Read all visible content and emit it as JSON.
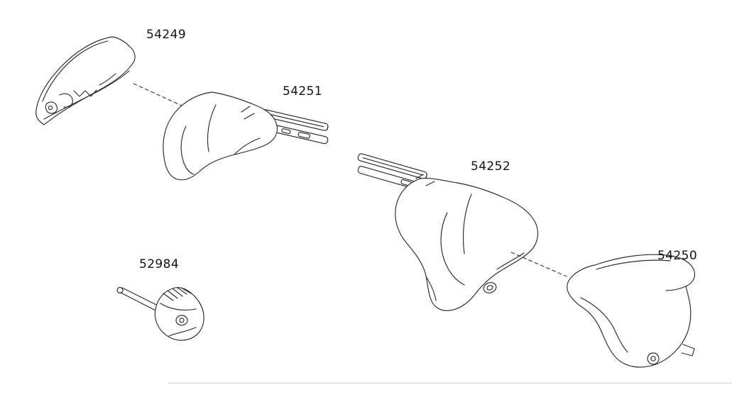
{
  "diagram": {
    "type": "exploded-parts-diagram",
    "background_color": "#ffffff",
    "line_color": "#2b2b2b",
    "connector_color": "#3a3a3a",
    "parts": [
      {
        "number": "54249",
        "kind": "left-end-cover"
      },
      {
        "number": "54251",
        "kind": "left-foot-body-with-rail"
      },
      {
        "number": "52984",
        "kind": "tightening-knob-with-hex-key"
      },
      {
        "number": "54252",
        "kind": "right-foot-body-with-rail"
      },
      {
        "number": "54250",
        "kind": "right-end-cover"
      }
    ],
    "connectors": [
      {
        "from": "54249",
        "to": "54251",
        "style": "dashed"
      },
      {
        "from": "54252",
        "to": "54250",
        "style": "dashed"
      }
    ]
  }
}
